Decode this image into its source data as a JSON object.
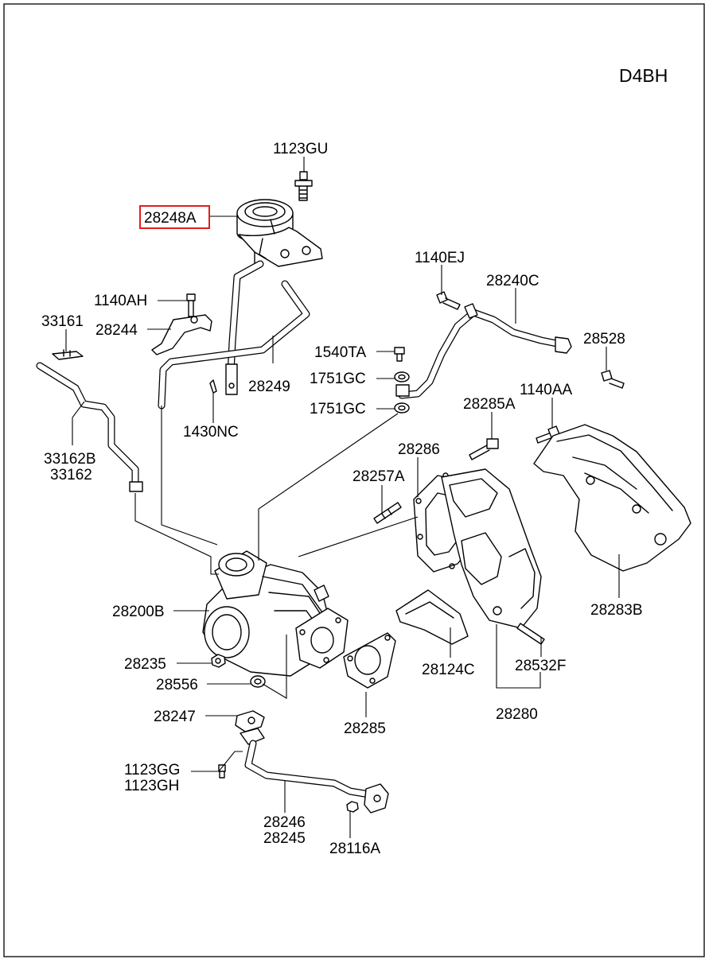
{
  "diagram": {
    "engine_code": "D4BH",
    "highlighted_part": "28248A",
    "labels": {
      "p1123GU": "1123GU",
      "p28248A": "28248A",
      "p1140EJ": "1140EJ",
      "p28240C": "28240C",
      "p1140AH": "1140AH",
      "p33161": "33161",
      "p28244": "28244",
      "p1540TA": "1540TA",
      "p28528": "28528",
      "p1751GC_a": "1751GC",
      "p28249": "28249",
      "p1140AA": "1140AA",
      "p1751GC_b": "1751GC",
      "p28285A": "28285A",
      "p1430NC": "1430NC",
      "p33162B": "33162B",
      "p33162": "33162",
      "p28286": "28286",
      "p28257A": "28257A",
      "p28200B": "28200B",
      "p28283B": "28283B",
      "p28235": "28235",
      "p28532F": "28532F",
      "p28124C": "28124C",
      "p28556": "28556",
      "p28280": "28280",
      "p28247": "28247",
      "p28285": "28285",
      "p1123GG": "1123GG",
      "p1123GH": "1123GH",
      "p28246": "28246",
      "p28245": "28245",
      "p28116A": "28116A"
    }
  }
}
